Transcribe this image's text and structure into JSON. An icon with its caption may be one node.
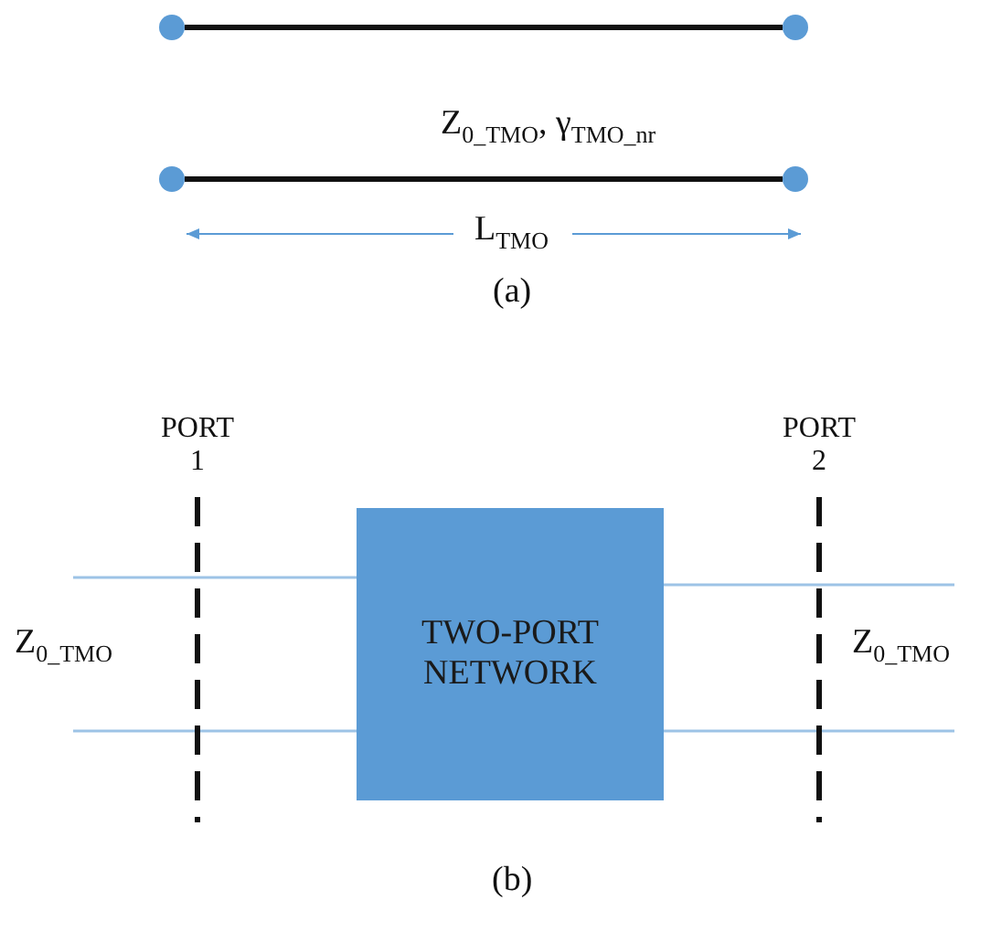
{
  "diagram": {
    "nodes": [
      {
        "text": [],
        "shape": "circle"
      },
      {
        "text": [],
        "shape": "circle"
      },
      {
        "text": [],
        "shape": "circle"
      },
      {
        "text": [],
        "shape": "circle"
      },
      {
        "text": [
          "TWO-PORT NETWORK"
        ]
      }
    ],
    "edges": [
      {
        "from": 0,
        "to": 1,
        "arrow": "none",
        "style": "thick",
        "color": "#111111"
      },
      {
        "from": 2,
        "to": 3,
        "arrow": "none",
        "style": "thick",
        "color": "#111111"
      },
      {
        "from": null,
        "to": 4,
        "arrow": "none"
      },
      {
        "from": null,
        "to": 4,
        "arrow": "none"
      },
      {
        "from": 4,
        "to": null,
        "arrow": "none"
      },
      {
        "from": 4,
        "to": null,
        "arrow": "none"
      }
    ],
    "labels": [
      "Z$_{0_TMO}$, γ$_{TMO_nr}$",
      "L$_{TMO}$",
      "(a)",
      "PORT 1",
      "PORT 2",
      "Z$_{0_TMO}$",
      "Z$_{0_TMO}$",
      "(b)"
    ]
  }
}
